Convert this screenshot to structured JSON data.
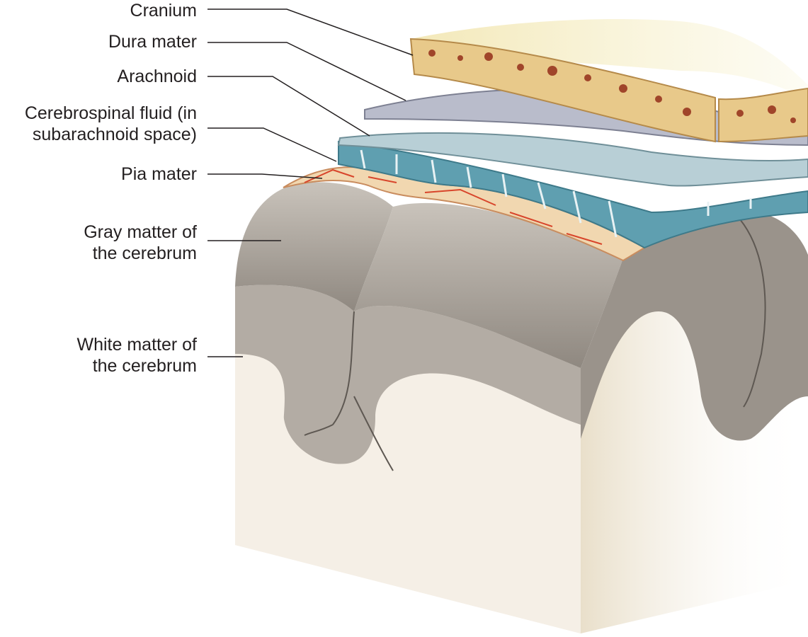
{
  "labels": {
    "cranium": "Cranium",
    "dura": "Dura mater",
    "arachnoid": "Arachnoid",
    "csf_line1": "Cerebrospinal fluid (in",
    "csf_line2": "subarachnoid space)",
    "pia": "Pia mater",
    "gray_line1": "Gray matter of",
    "gray_line2": "the cerebrum",
    "white_line1": "White matter of",
    "white_line2": "the cerebrum"
  },
  "colors": {
    "bone": "#e8c98a",
    "bone_pore": "#a0452a",
    "dura": "#b9bccb",
    "arachnoid": "#b8cfd6",
    "csf": "#5f9fb0",
    "pia": "#f1d7b0",
    "vessel": "#d8452b",
    "gray_matter": "#9e9890",
    "white_matter": "#f5efe6",
    "leader": "#231f20"
  }
}
